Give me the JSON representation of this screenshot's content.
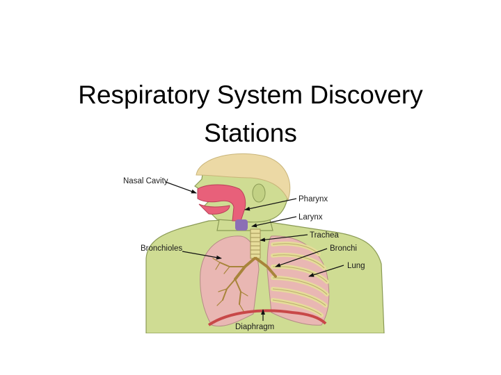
{
  "slide": {
    "title_line1": "Respiratory System Discovery",
    "title_line2": "Stations"
  },
  "diagram": {
    "labels": {
      "nasal_cavity": "Nasal Cavity",
      "pharynx": "Pharynx",
      "larynx": "Larynx",
      "trachea": "Trachea",
      "bronchioles": "Bronchioles",
      "bronchi": "Bronchi",
      "lung": "Lung",
      "diaphragm": "Diaphragm"
    },
    "colors": {
      "skin": "#cfdc93",
      "skin_outline": "#8a9a55",
      "hair": "#ecd9a5",
      "airway": "#e8607a",
      "larynx": "#8b6fb5",
      "lung": "#e9b7b3",
      "ribs": "#e6dc9a",
      "bronchial_tree": "#a8843a",
      "diaphragm": "#c84848"
    }
  }
}
